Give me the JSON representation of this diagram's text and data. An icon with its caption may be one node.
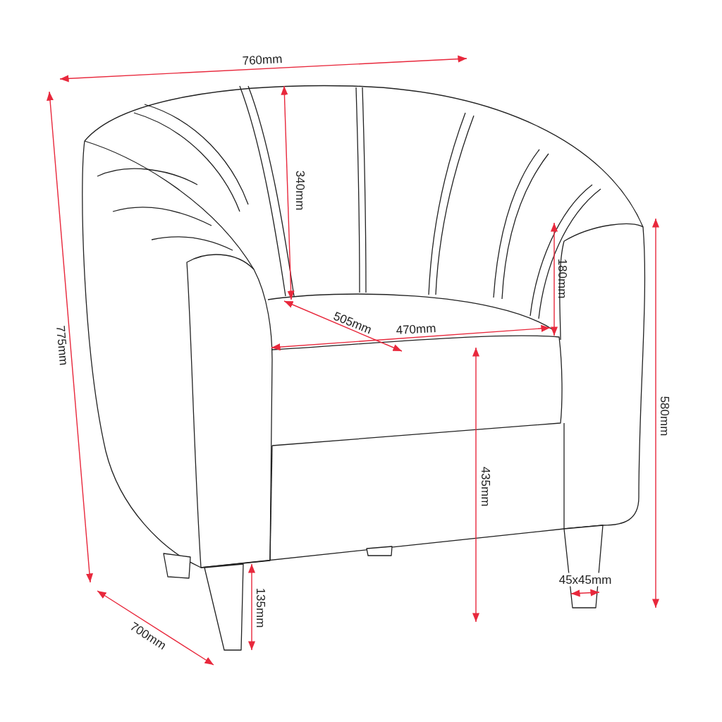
{
  "diagram": {
    "labels": [
      "760mm",
      "340mm",
      "180mm",
      "775mm",
      "505mm",
      "470mm",
      "580mm",
      "435mm",
      "45x45mm",
      "135mm",
      "700mm"
    ]
  }
}
